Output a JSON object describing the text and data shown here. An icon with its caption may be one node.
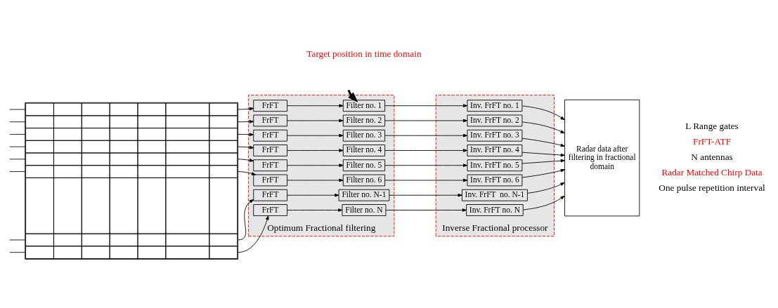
{
  "diagram": {
    "nodes": [
      {
        "text": [],
        "shape": "box"
      },
      {
        "text": [
          "Optimum Fractional filtering"
        ]
      },
      {
        "text": [
          "FrFT"
        ],
        "in": 1
      },
      {
        "text": [
          "FrFT"
        ],
        "in": 1
      },
      {
        "text": [
          "FrFT"
        ],
        "in": 1
      },
      {
        "text": [
          "FrFT"
        ],
        "in": 1
      },
      {
        "text": [
          "FrFT"
        ],
        "in": 1
      },
      {
        "text": [
          "FrFT"
        ],
        "in": 1
      },
      {
        "text": [
          "FrFT"
        ],
        "in": 1
      },
      {
        "text": [
          "FrFT"
        ],
        "in": 1
      },
      {
        "text": [
          "Filter no. 1"
        ],
        "in": 1
      },
      {
        "text": [
          "Filter no. 2"
        ],
        "in": 1
      },
      {
        "text": [
          "Filter no. 3"
        ],
        "in": 1
      },
      {
        "text": [
          "Filter no. 4"
        ],
        "in": 1
      },
      {
        "text": [
          "Filter no. 5"
        ],
        "in": 1
      },
      {
        "text": [
          "Filter no. 6"
        ],
        "in": 1
      },
      {
        "text": [
          "Filter no. N-1"
        ],
        "in": 1
      },
      {
        "text": [
          "Filter no. N"
        ],
        "in": 1
      },
      {
        "text": [
          "Inverse Fractional processor"
        ]
      },
      {
        "text": [
          "Inv. FrFT no. 1"
        ],
        "in": 18
      },
      {
        "text": [
          "Inv. FrFT no. 2"
        ],
        "in": 18
      },
      {
        "text": [
          "Inv. FrFT no. 3"
        ],
        "in": 18
      },
      {
        "text": [
          "Inv. FrFT no. 4"
        ],
        "in": 18
      },
      {
        "text": [
          "Inv. FrFT no. 5"
        ],
        "in": 18
      },
      {
        "text": [
          "Inv. FrFT no. 6"
        ],
        "in": 18
      },
      {
        "text": [
          "Inv. FrFT  no. N-1"
        ],
        "in": 18
      },
      {
        "text": [
          "Inv. FrFT no. N"
        ],
        "in": 18
      },
      {
        "text": [
          "Radar data after filtering in fractional domain"
        ]
      },
      {
        "text": [
          "Target position in time domain"
        ]
      }
    ],
    "edges": [
      {
        "from": null,
        "to": 0,
        "arrow": "none"
      },
      {
        "from": null,
        "to": 0,
        "arrow": "none"
      },
      {
        "from": null,
        "to": 0,
        "arrow": "none"
      },
      {
        "from": null,
        "to": 0,
        "arrow": "none"
      },
      {
        "from": null,
        "to": 0,
        "arrow": "none"
      },
      {
        "from": null,
        "to": 0,
        "arrow": "none"
      },
      {
        "from": null,
        "to": 0,
        "arrow": "none"
      },
      {
        "from": null,
        "to": 0,
        "arrow": "none"
      },
      {
        "from": 0,
        "to": 2,
        "arrow": "to"
      },
      {
        "from": 0,
        "to": 3,
        "arrow": "to"
      },
      {
        "from": 0,
        "to": 4,
        "arrow": "to"
      },
      {
        "from": 0,
        "to": 5,
        "arrow": "to"
      },
      {
        "from": 0,
        "to": 6,
        "arrow": "to"
      },
      {
        "from": 0,
        "to": 7,
        "arrow": "to"
      },
      {
        "from": 0,
        "to": 8,
        "arrow": "to"
      },
      {
        "from": 0,
        "to": 9,
        "arrow": "to"
      },
      {
        "from": 2,
        "to": 10,
        "arrow": "to"
      },
      {
        "from": 3,
        "to": 11,
        "arrow": "to"
      },
      {
        "from": 4,
        "to": 12,
        "arrow": "to"
      },
      {
        "from": 5,
        "to": 13,
        "arrow": "to"
      },
      {
        "from": 6,
        "to": 14,
        "arrow": "to"
      },
      {
        "from": 7,
        "to": 15,
        "arrow": "to"
      },
      {
        "from": 8,
        "to": 16,
        "arrow": "to"
      },
      {
        "from": 9,
        "to": 17,
        "arrow": "to"
      },
      {
        "from": 10,
        "to": 19,
        "arrow": "to"
      },
      {
        "from": 11,
        "to": 20,
        "arrow": "to"
      },
      {
        "from": 12,
        "to": 21,
        "arrow": "to"
      },
      {
        "from": 13,
        "to": 22,
        "arrow": "to"
      },
      {
        "from": 14,
        "to": 23,
        "arrow": "to"
      },
      {
        "from": 15,
        "to": 24,
        "arrow": "to"
      },
      {
        "from": 16,
        "to": 25,
        "arrow": "to"
      },
      {
        "from": 17,
        "to": 26,
        "arrow": "to"
      },
      {
        "from": 19,
        "to": 27,
        "arrow": "to"
      },
      {
        "from": 20,
        "to": 27,
        "arrow": "to"
      },
      {
        "from": 21,
        "to": 27,
        "arrow": "to"
      },
      {
        "from": 22,
        "to": 27,
        "arrow": "to"
      },
      {
        "from": 23,
        "to": 27,
        "arrow": "to"
      },
      {
        "from": 24,
        "to": 27,
        "arrow": "to"
      },
      {
        "from": 25,
        "to": 27,
        "arrow": "to"
      },
      {
        "from": 26,
        "to": 27,
        "arrow": "to"
      },
      {
        "from": 28,
        "to": 10,
        "arrow": "to",
        "style": "thick"
      }
    ],
    "labels": [
      "L Range gates",
      "FrFT-ATF",
      "N antennas",
      "Radar Matched Chirp Data",
      "One pulse repetition interval"
    ]
  }
}
